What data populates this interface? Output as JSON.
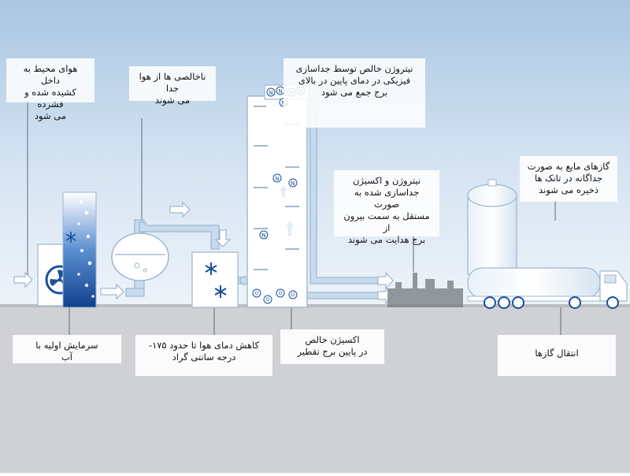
{
  "colors": {
    "sky_top": "#a9c6e2",
    "sky_bottom": "#e9f0f8",
    "ground": "#cfd1d4",
    "equipment": "#ffffff",
    "equipment_stroke": "#9cb6d0",
    "pipe": "#c6dcee",
    "pipe_stroke": "#8eacc8",
    "arrow": "#ffffff",
    "leader": "#5a6b80",
    "cooler_blue": "#1a4f9c"
  },
  "icons": [
    "fan-icon",
    "snowflake-icon",
    "nitrogen-molecule-icon",
    "oxygen-molecule-icon"
  ],
  "labels": {
    "intake": "هوای محیط به داخل\nکشیده شده و فشرده\nمی شود",
    "impurities": "ناخالصی ها از هوا جدا\nمی شوند",
    "nitrogen_top": "نیتروژن خالص توسط جداسازی\nفیزیکی در دمای پایین در بالای\nبرج جمع می شود",
    "separate_out": "نیتروژن و اکسیژن\nجداسازی شده به صورت\nمستقل به سمت بیرون از\nبرج هدایت می شوند",
    "storage": "گازهای مایع به صورت\nجداگانه در تانک ها\nذخیره می شوند",
    "water_cooling": "سرمایش اولیه با\nآب",
    "cooling_175": "کاهش دمای هوا تا حدود ۱۷۵-\nدرجه سانتی گراد",
    "oxygen_bottom": "اکسیژن خالص\nدر پایین برج تقطیر",
    "transport": "انتقال گازها"
  }
}
